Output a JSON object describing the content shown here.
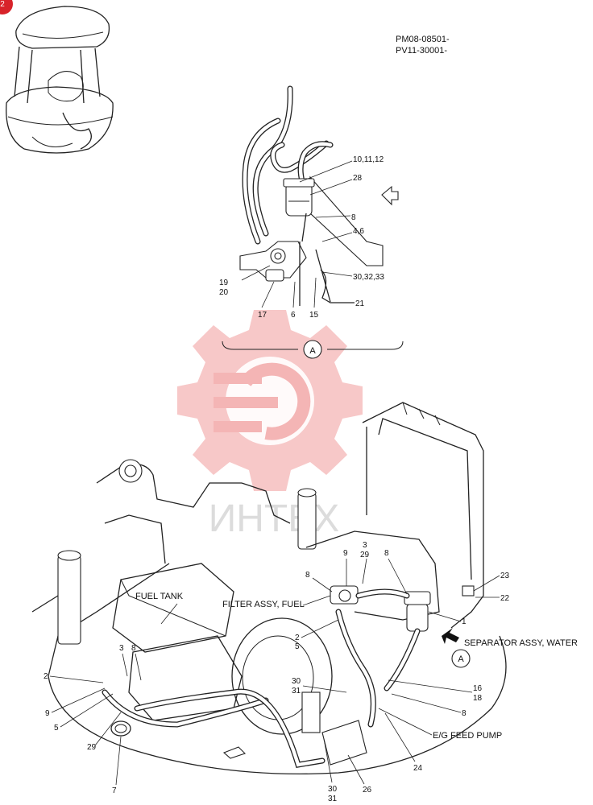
{
  "page_badge": "2",
  "serial_range": [
    "PM08-08501-",
    "PV11-30001-"
  ],
  "detail_view": "A",
  "watermark_text": "ИНТЕХ",
  "watermark_color": "#f4b5b5",
  "callouts_detail": {
    "c10_11_12": "10,11,12",
    "c28": "28",
    "c8": "8",
    "c4_6": "4,6",
    "c19": "19",
    "c20": "20",
    "c30_32_33": "30,32,33",
    "c17": "17",
    "c6": "6",
    "c15": "15",
    "c21": "21"
  },
  "callouts_main": {
    "c3a": "3",
    "c29a": "29",
    "c9a": "9",
    "c8a": "8",
    "c8b": "8",
    "c23": "23",
    "c22": "22",
    "c1": "1",
    "c2a": "2",
    "c5a": "5",
    "c3b": "3",
    "c8c": "8",
    "c2b": "2",
    "c9b": "9",
    "c5b": "5",
    "c29b": "29",
    "c7": "7",
    "c30a": "30",
    "c31a": "31",
    "c16": "16",
    "c18": "18",
    "c8d": "8",
    "c24": "24",
    "c30b": "30",
    "c31b": "31",
    "c26": "26"
  },
  "part_names": {
    "fuel_tank": "FUEL TANK",
    "filter_assy": "FILTER ASSY, FUEL",
    "separator_assy": "SEPARATOR ASSY, WATER",
    "feed_pump": "E/G FEED PUMP"
  }
}
